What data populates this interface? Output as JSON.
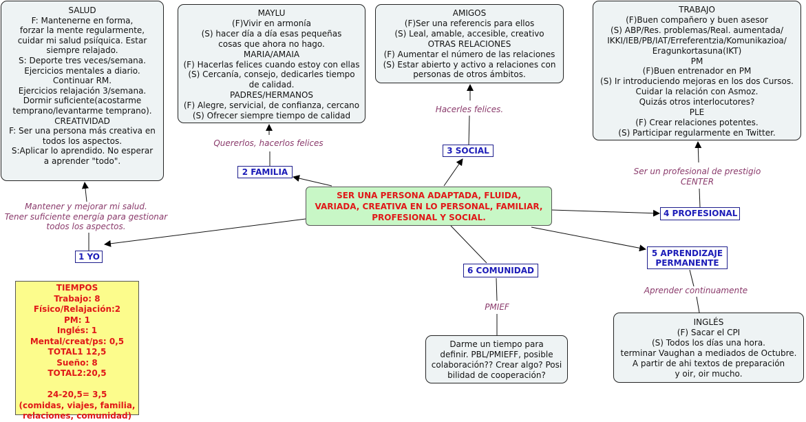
{
  "central": [
    "SER UNA PERSONA ADAPTADA, FLUIDA,",
    "VARIADA, CREATIVA EN LO PERSONAL, FAMILIAR,",
    "PROFESIONAL Y SOCIAL."
  ],
  "branches": {
    "yo": "1 YO",
    "familia": "2 FAMILIA",
    "social": "3 SOCIAL",
    "profesional": "4 PROFESIONAL",
    "aprendizaje": [
      "5 APRENDIZAJE",
      "PERMANENTE"
    ],
    "comunidad": "6 COMUNIDAD"
  },
  "link_labels": {
    "yo": [
      "Mantener y mejorar mi salud.",
      "Tener suficiente energía para gestionar",
      "todos los aspectos."
    ],
    "familia": [
      "Quererlos, hacerlos felices"
    ],
    "social": [
      "Hacerles felices."
    ],
    "profesional": [
      "Ser un profesional de prestigio",
      "CENTER"
    ],
    "aprendizaje": [
      "Aprender continuamente"
    ],
    "comunidad": [
      "PMIEF"
    ]
  },
  "boxes": {
    "salud": [
      "SALUD",
      "F: Mantenerne en forma,",
      "forzar la mente regularmente,",
      "cuidar mi salud psiíquica. Estar",
      "siempre relajado.",
      "S: Deporte tres veces/semana.",
      "Ejercicios mentales a diario.",
      "Continuar RM.",
      "Ejercicios relajación 3/semana.",
      "Dormir suficiente(acostarme",
      "temprano/levantarme temprano).",
      "CREATIVIDAD",
      "F: Ser una persona más creativa en",
      "todos los aspectos.",
      "S:Aplicar lo aprendido. No esperar",
      "a aprender \"todo\"."
    ],
    "maylu": [
      "MAYLU",
      "(F)Vivir en armonía",
      "(S) hacer día a día esas pequeñas",
      "cosas que ahora no hago.",
      "MARIA/AMAIA",
      "(F) Hacerlas felices cuando estoy con ellas",
      "(S) Cercanía, consejo, dedicarles tiempo",
      "de calidad.",
      "PADRES/HERMANOS",
      "(F) Alegre, servicial, de confianza, cercano",
      "(S) Ofrecer siempre tiempo de calidad"
    ],
    "amigos": [
      "AMIGOS",
      "(F)Ser una referencis para ellos",
      "(S) Leal, amable, accesible, creativo",
      "OTRAS RELACIONES",
      "(F) Aumentar el número de las relaciones",
      "(S) Estar abierto y activo a relaciones con",
      "personas de otros ámbitos."
    ],
    "trabajo": [
      "TRABAJO",
      "(F)Buen compañero y buen asesor",
      "(S) ABP/Res. problemas/Real. aumentada/",
      "IKKI/IEB/PB/IAT/Erreferentzia/Komunikazioa/",
      "Eragunkortasuna(IKT)",
      "PM",
      "(F)Buen entrenador en PM",
      "(S) Ir introduciendo mejoras en los dos Cursos.",
      "Cuidar la relación con Asmoz.",
      "Quizás otros interlocutores?",
      "PLE",
      "(F) Crear relaciones potentes.",
      "(S) Participar regularmente en Twitter."
    ],
    "ingles": [
      "INGLÉS",
      "(F) Sacar el CPI",
      "(S) Todos los días una hora.",
      "terminar Vaughan a mediados de Octubre.",
      "A partir de ahi textos de preparación",
      "y oir, oir mucho."
    ],
    "comunidad": [
      "Darme un tiempo para",
      "definir. PBL/PMIEFF, posible",
      "colaboración?? Crear algo? Posi",
      "bilidad de cooperación?"
    ]
  },
  "tiempos": [
    "TIEMPOS",
    "Trabajo: 8",
    "Físico/Relajación:2",
    "PM: 1",
    "Inglés: 1",
    "Mental/creat/ps: 0,5",
    "TOTAL1 12,5",
    "Sueño: 8",
    "TOTAL2:20,5",
    "",
    "24-20,5= 3,5",
    "(comidas, viajes, familia,",
    "relaciones, comunidad)"
  ]
}
